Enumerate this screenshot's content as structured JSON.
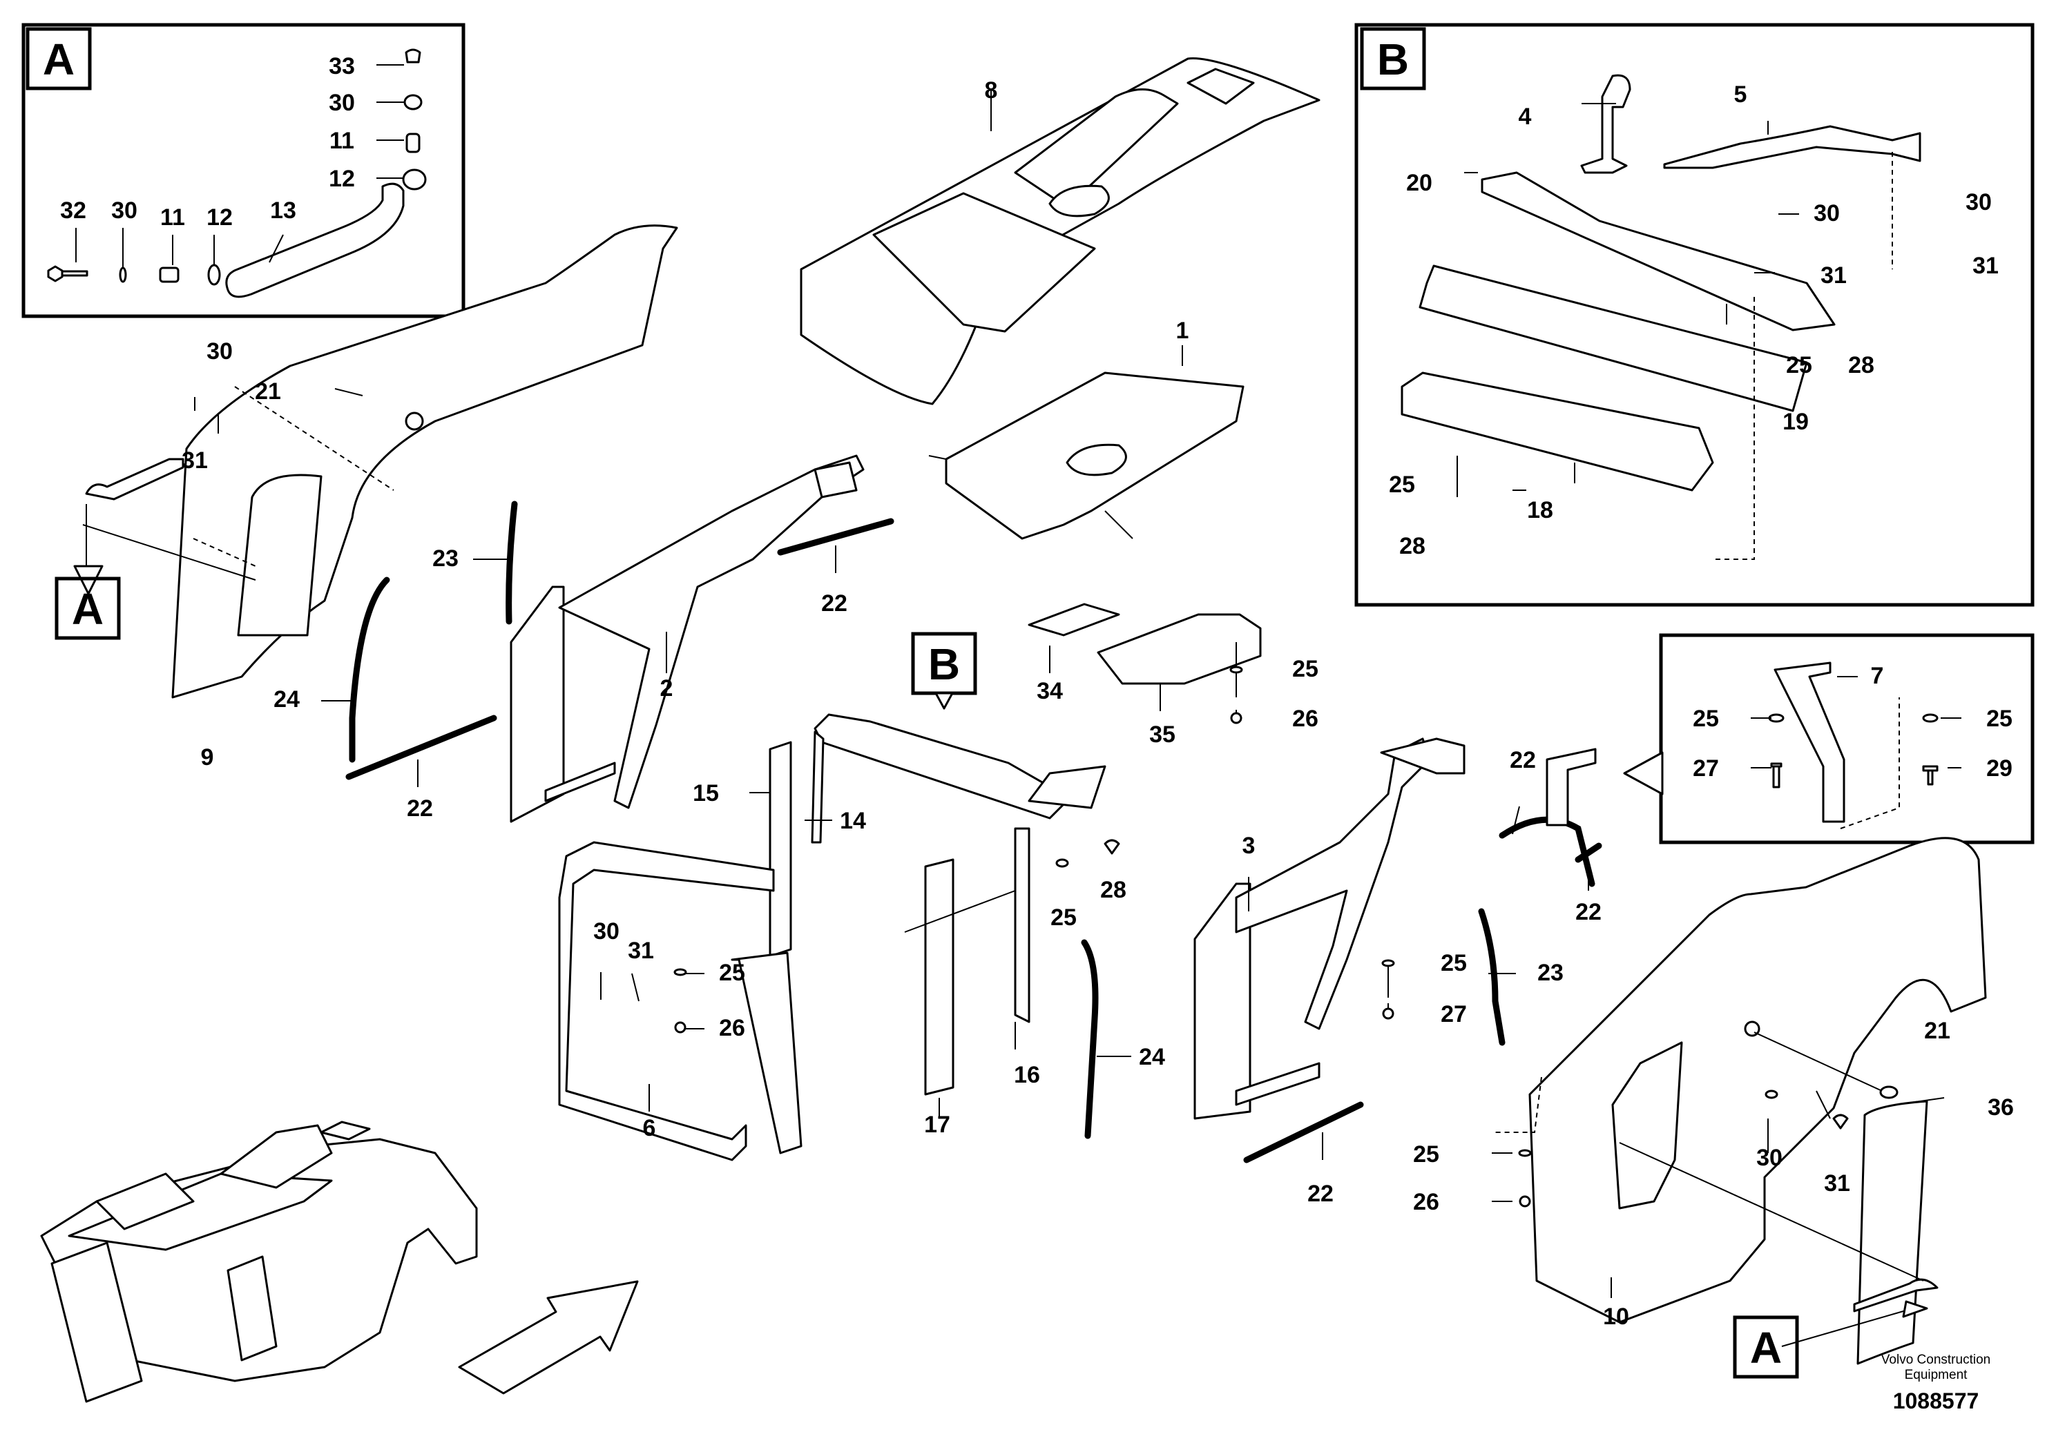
{
  "labels": {
    "p1": "1",
    "p2": "2",
    "p3": "3",
    "p4": "4",
    "p5": "5",
    "p6": "6",
    "p7": "7",
    "p8": "8",
    "p9": "9",
    "p10": "10",
    "p11": "11",
    "p12": "12",
    "p13": "13",
    "p14": "14",
    "p15": "15",
    "p16": "16",
    "p17": "17",
    "p18": "18",
    "p19": "19",
    "p20": "20",
    "p21": "21",
    "p22": "22",
    "p23": "23",
    "p24": "24",
    "p25": "25",
    "p26": "26",
    "p27": "27",
    "p28": "28",
    "p29": "29",
    "p30": "30",
    "p31": "31",
    "p32": "32",
    "p33": "33",
    "p34": "34",
    "p35": "35",
    "p36": "36"
  },
  "detail_boxes": {
    "a": "A",
    "b": "B"
  },
  "footer": {
    "company_line1": "Volvo Construction",
    "company_line2": "Equipment",
    "document_number": "1088577"
  }
}
